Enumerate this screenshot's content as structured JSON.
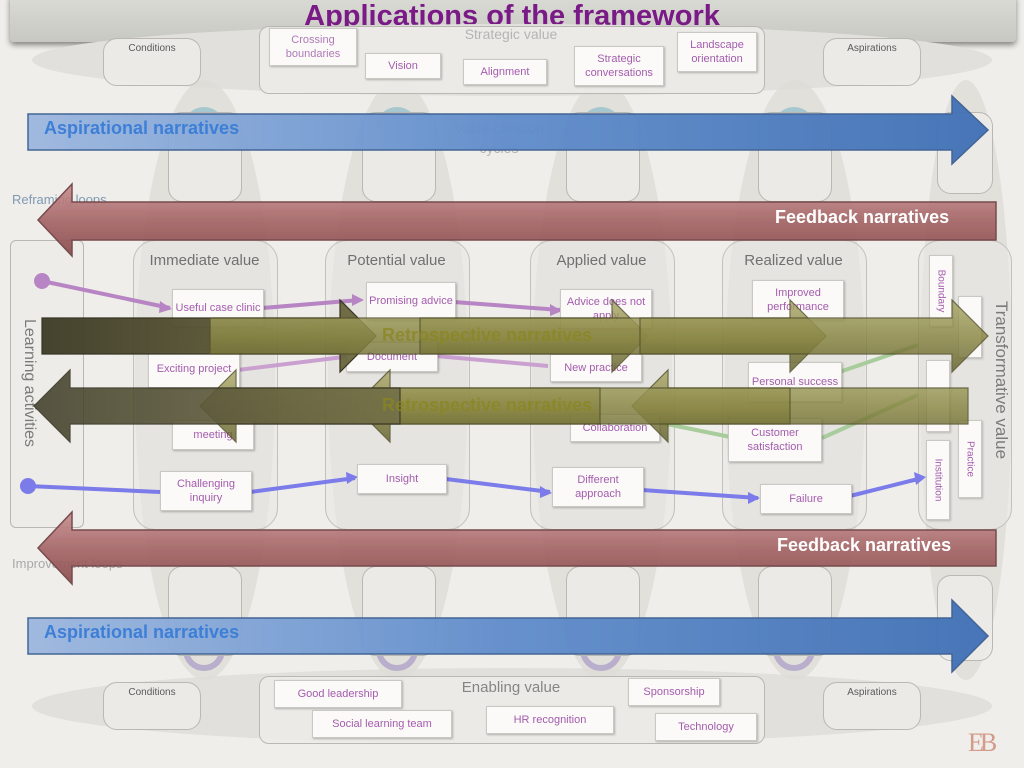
{
  "title": "Applications of the framework",
  "strategic_value": {
    "label": "Strategic value",
    "items": [
      "Crossing boundaries",
      "Vision",
      "Alignment",
      "Strategic conversations",
      "Landscape orientation"
    ]
  },
  "enabling_value": {
    "label": "Enabling value",
    "items": [
      "Good leadership",
      "Social learning team",
      "HR recognition",
      "Sponsorship",
      "Technology"
    ]
  },
  "side_bubbles": {
    "conditions": "Conditions",
    "aspirations": "Aspirations"
  },
  "value_creation_cycles": "Value-creation cycles",
  "loops": {
    "reframing": "Reframing loops",
    "improvement": "Improvement loops"
  },
  "narratives": {
    "aspirational": "Aspirational narratives",
    "feedback": "Feedback narratives",
    "retrospective": "Retrospective narratives"
  },
  "learning_activities": "Learning activities",
  "transformative_value": {
    "label": "Transformative value",
    "items": [
      "Boundary",
      "Institution",
      "Practice"
    ]
  },
  "columns": [
    {
      "header": "Immediate value",
      "items": [
        "Useful case clinic",
        "Exciting project",
        "meeting",
        "Challenging inquiry"
      ]
    },
    {
      "header": "Potential value",
      "items": [
        "Promising advice",
        "Document",
        "Insight"
      ]
    },
    {
      "header": "Applied value",
      "items": [
        "Advice does not apply",
        "New practice",
        "Collaboration",
        "Different approach"
      ]
    },
    {
      "header": "Realized value",
      "items": [
        "Improved performance",
        "Personal success",
        "Customer satisfaction",
        "Failure"
      ]
    }
  ],
  "logo": "EB",
  "colors": {
    "title": "#7a1a86",
    "aspirational_arrow": "#5b87c6",
    "feedback_arrow": "#a5676a",
    "retrospective_arrow": "#8d8a48",
    "tag_text": "#a45cae",
    "blue_line": "#7b7bea",
    "purple_line": "#b885c4",
    "green_line": "#a9cc9c"
  }
}
